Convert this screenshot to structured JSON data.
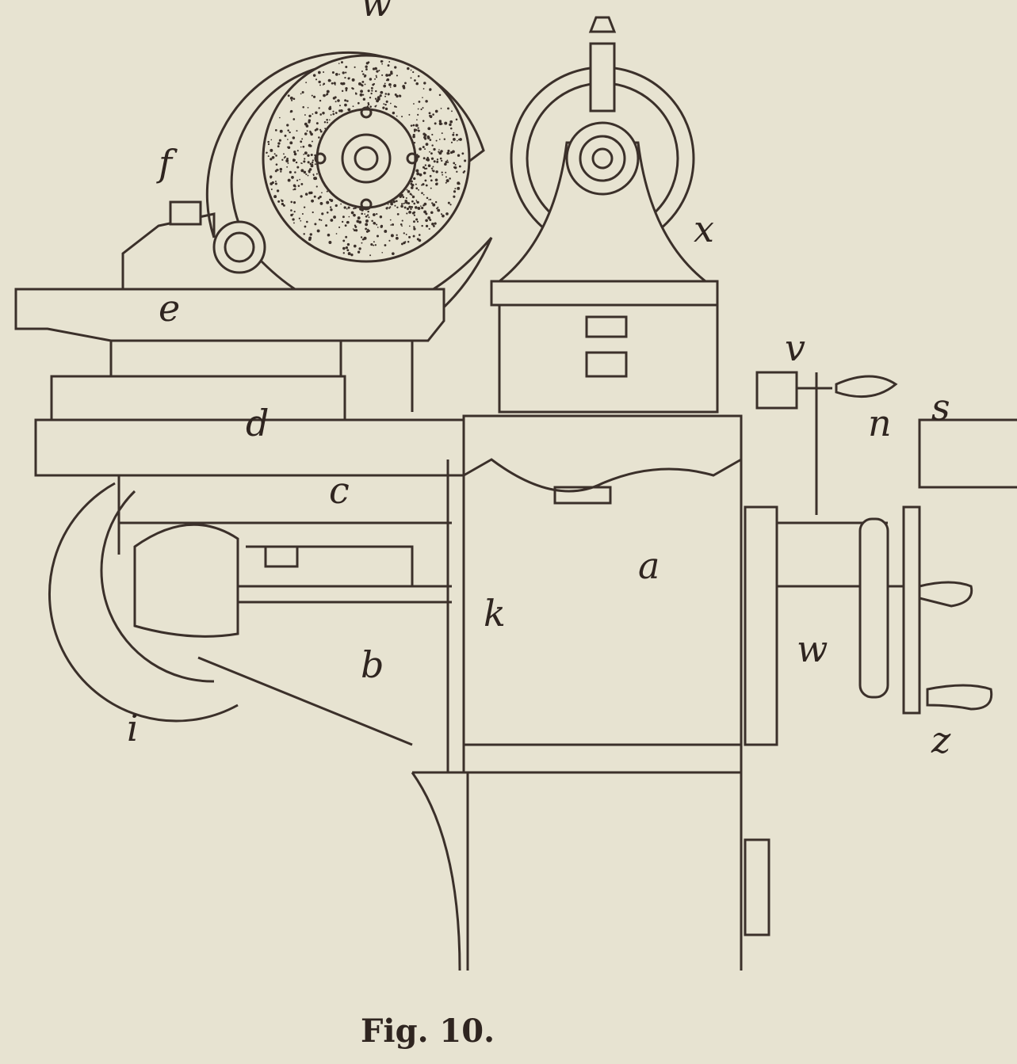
{
  "figure": {
    "caption": "Fig. 10.",
    "labels": {
      "w_top": "w",
      "f": "f",
      "x": "x",
      "e": "e",
      "v": "v",
      "n": "n",
      "s": "s",
      "d": "d",
      "c": "c",
      "a": "a",
      "k": "k",
      "b": "b",
      "w": "w",
      "i": "i",
      "z": "z"
    }
  },
  "colors": {
    "paper": "#e7e3d1",
    "ink": "#3b302a"
  }
}
